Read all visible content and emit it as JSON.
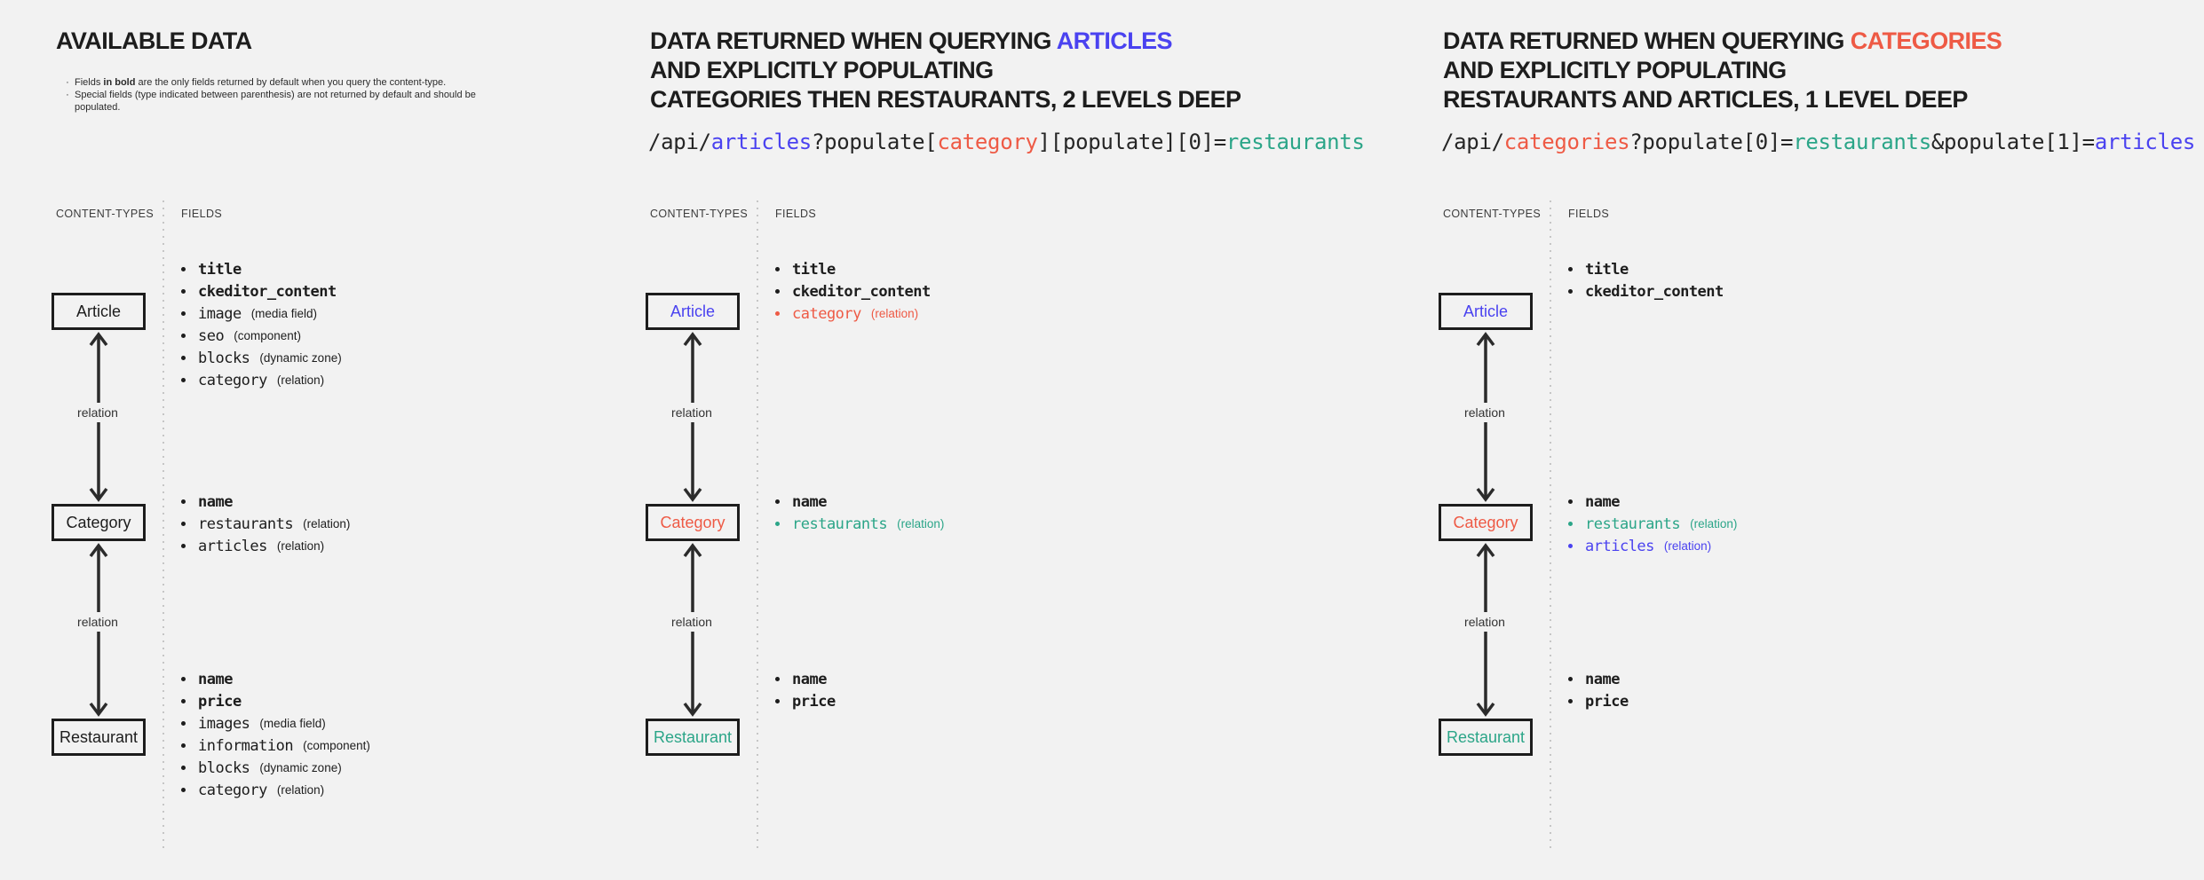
{
  "colors": {
    "dark": "#1d1d1d",
    "code_dark": "#262626",
    "blue": "#4a42f0",
    "red": "#ee5a45",
    "teal": "#2ba588",
    "background": "#f2f2f2",
    "arrow_line": "#2b2b2b",
    "divider_dots": "#c6c6c6"
  },
  "panels": [
    {
      "id": "available-data",
      "title_lines": [
        [
          {
            "text": "AVAILABLE DATA",
            "color": "dark"
          }
        ]
      ],
      "notes": [
        {
          "segments": [
            {
              "text": "Fields ",
              "bold": false
            },
            {
              "text": "in bold",
              "bold": true
            },
            {
              "text": " are the only fields returned by default when you query the content-type.",
              "bold": false
            }
          ]
        },
        {
          "segments": [
            {
              "text": "Special fields (type indicated between parenthesis) are not returned by default and should be populated.",
              "bold": false
            }
          ]
        }
      ],
      "labels": {
        "content_types": "CONTENT-TYPES",
        "fields": "FIELDS"
      },
      "boxes": [
        {
          "label": "Article",
          "color": "dark"
        },
        {
          "label": "Category",
          "color": "dark"
        },
        {
          "label": "Restaurant",
          "color": "dark"
        }
      ],
      "relation_labels": [
        "relation",
        "relation"
      ],
      "field_groups": [
        {
          "for": "Article",
          "fields": [
            {
              "name": "title",
              "bold": true,
              "color": "dark",
              "type": ""
            },
            {
              "name": "ckeditor_content",
              "bold": true,
              "color": "dark",
              "type": ""
            },
            {
              "name": "image",
              "bold": false,
              "color": "dark",
              "type": "(media field)"
            },
            {
              "name": "seo",
              "bold": false,
              "color": "dark",
              "type": "(component)"
            },
            {
              "name": "blocks",
              "bold": false,
              "color": "dark",
              "type": "(dynamic zone)"
            },
            {
              "name": "category",
              "bold": false,
              "color": "dark",
              "type": "(relation)"
            }
          ]
        },
        {
          "for": "Category",
          "fields": [
            {
              "name": "name",
              "bold": true,
              "color": "dark",
              "type": ""
            },
            {
              "name": "restaurants",
              "bold": false,
              "color": "dark",
              "type": "(relation)"
            },
            {
              "name": "articles",
              "bold": false,
              "color": "dark",
              "type": "(relation)"
            }
          ]
        },
        {
          "for": "Restaurant",
          "fields": [
            {
              "name": "name",
              "bold": true,
              "color": "dark",
              "type": ""
            },
            {
              "name": "price",
              "bold": true,
              "color": "dark",
              "type": ""
            },
            {
              "name": "images",
              "bold": false,
              "color": "dark",
              "type": "(media field)"
            },
            {
              "name": "information",
              "bold": false,
              "color": "dark",
              "type": "(component)"
            },
            {
              "name": "blocks",
              "bold": false,
              "color": "dark",
              "type": "(dynamic zone)"
            },
            {
              "name": "category",
              "bold": false,
              "color": "dark",
              "type": "(relation)"
            }
          ]
        }
      ]
    },
    {
      "id": "query-articles",
      "title_lines": [
        [
          {
            "text": "DATA RETURNED WHEN QUERYING ",
            "color": "dark"
          },
          {
            "text": "ARTICLES",
            "color": "blue"
          }
        ],
        [
          {
            "text": "AND EXPLICITLY POPULATING",
            "color": "dark"
          }
        ],
        [
          {
            "text": "CATEGORIES THEN RESTAURANTS, 2 LEVELS DEEP",
            "color": "dark"
          }
        ]
      ],
      "code_segments": [
        {
          "text": "/api/",
          "color": "code_dark"
        },
        {
          "text": "articles",
          "color": "blue"
        },
        {
          "text": "?populate[",
          "color": "code_dark"
        },
        {
          "text": "category",
          "color": "red"
        },
        {
          "text": "][populate][0]=",
          "color": "code_dark"
        },
        {
          "text": "restaurants",
          "color": "teal"
        }
      ],
      "labels": {
        "content_types": "CONTENT-TYPES",
        "fields": "FIELDS"
      },
      "boxes": [
        {
          "label": "Article",
          "color": "blue"
        },
        {
          "label": "Category",
          "color": "red"
        },
        {
          "label": "Restaurant",
          "color": "teal"
        }
      ],
      "relation_labels": [
        "relation",
        "relation"
      ],
      "field_groups": [
        {
          "for": "Article",
          "fields": [
            {
              "name": "title",
              "bold": true,
              "color": "dark",
              "type": ""
            },
            {
              "name": "ckeditor_content",
              "bold": true,
              "color": "dark",
              "type": ""
            },
            {
              "name": "category",
              "bold": false,
              "color": "red",
              "type": "(relation)"
            }
          ]
        },
        {
          "for": "Category",
          "fields": [
            {
              "name": "name",
              "bold": true,
              "color": "dark",
              "type": ""
            },
            {
              "name": "restaurants",
              "bold": false,
              "color": "teal",
              "type": "(relation)"
            }
          ]
        },
        {
          "for": "Restaurant",
          "fields": [
            {
              "name": "name",
              "bold": true,
              "color": "dark",
              "type": ""
            },
            {
              "name": "price",
              "bold": true,
              "color": "dark",
              "type": ""
            }
          ]
        }
      ]
    },
    {
      "id": "query-categories",
      "title_lines": [
        [
          {
            "text": "DATA RETURNED WHEN QUERYING ",
            "color": "dark"
          },
          {
            "text": "CATEGORIES",
            "color": "red"
          }
        ],
        [
          {
            "text": "AND EXPLICITLY POPULATING",
            "color": "dark"
          }
        ],
        [
          {
            "text": "RESTAURANTS AND ARTICLES, 1 LEVEL DEEP",
            "color": "dark"
          }
        ]
      ],
      "code_segments": [
        {
          "text": "/api/",
          "color": "code_dark"
        },
        {
          "text": "categories",
          "color": "red"
        },
        {
          "text": "?populate[0]=",
          "color": "code_dark"
        },
        {
          "text": "restaurants",
          "color": "teal"
        },
        {
          "text": "&populate[1]=",
          "color": "code_dark"
        },
        {
          "text": "articles",
          "color": "blue"
        }
      ],
      "labels": {
        "content_types": "CONTENT-TYPES",
        "fields": "FIELDS"
      },
      "boxes": [
        {
          "label": "Article",
          "color": "blue"
        },
        {
          "label": "Category",
          "color": "red"
        },
        {
          "label": "Restaurant",
          "color": "teal"
        }
      ],
      "relation_labels": [
        "relation",
        "relation"
      ],
      "field_groups": [
        {
          "for": "Article",
          "fields": [
            {
              "name": "title",
              "bold": true,
              "color": "dark",
              "type": ""
            },
            {
              "name": "ckeditor_content",
              "bold": true,
              "color": "dark",
              "type": ""
            }
          ]
        },
        {
          "for": "Category",
          "fields": [
            {
              "name": "name",
              "bold": true,
              "color": "dark",
              "type": ""
            },
            {
              "name": "restaurants",
              "bold": false,
              "color": "teal",
              "type": "(relation)"
            },
            {
              "name": "articles",
              "bold": false,
              "color": "blue",
              "type": "(relation)"
            }
          ]
        },
        {
          "for": "Restaurant",
          "fields": [
            {
              "name": "name",
              "bold": true,
              "color": "dark",
              "type": ""
            },
            {
              "name": "price",
              "bold": true,
              "color": "dark",
              "type": ""
            }
          ]
        }
      ]
    }
  ]
}
